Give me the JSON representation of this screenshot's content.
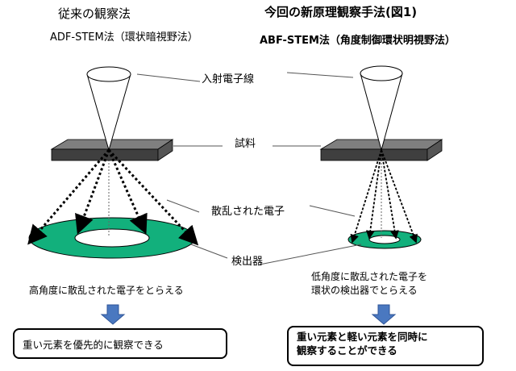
{
  "left": {
    "title": "従来の観察法",
    "method": "ADF-STEM法（環状暗視野法）",
    "caption": "高角度に散乱された電子をとらえる",
    "result": "重い元素を優先的に観察できる"
  },
  "right": {
    "title": "今回の新原理観察手法(図1)",
    "method": "ABF-STEM法（角度制御環状明視野法）",
    "caption_line1": "低角度に散乱された電子を",
    "caption_line2": "環状の検出器でとらえる",
    "result_line1": "重い元素と軽い元素を同時に",
    "result_line2": "観察することができる"
  },
  "labels": {
    "beam": "入射電子線",
    "sample": "試料",
    "scattered": "散乱された電子",
    "detector": "検出器"
  },
  "colors": {
    "detector_fill": "#12b07c",
    "sample_top": "#7f7f7f",
    "sample_side": "#3f3f3f",
    "result_arrow": "#4a78c0"
  }
}
